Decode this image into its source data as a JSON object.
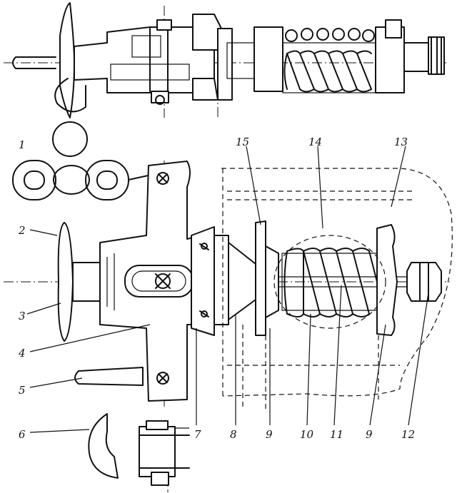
{
  "drawing": {
    "labels": [
      {
        "id": "1",
        "text": "1"
      },
      {
        "id": "2",
        "text": "2"
      },
      {
        "id": "3",
        "text": "3"
      },
      {
        "id": "4",
        "text": "4"
      },
      {
        "id": "5",
        "text": "5"
      },
      {
        "id": "6",
        "text": "6"
      },
      {
        "id": "7",
        "text": "7"
      },
      {
        "id": "8",
        "text": "8"
      },
      {
        "id": "9a",
        "text": "9"
      },
      {
        "id": "10",
        "text": "10"
      },
      {
        "id": "11",
        "text": "11"
      },
      {
        "id": "9b",
        "text": "9"
      },
      {
        "id": "12",
        "text": "12"
      },
      {
        "id": "13",
        "text": "13"
      },
      {
        "id": "14",
        "text": "14"
      },
      {
        "id": "15",
        "text": "15"
      }
    ]
  }
}
